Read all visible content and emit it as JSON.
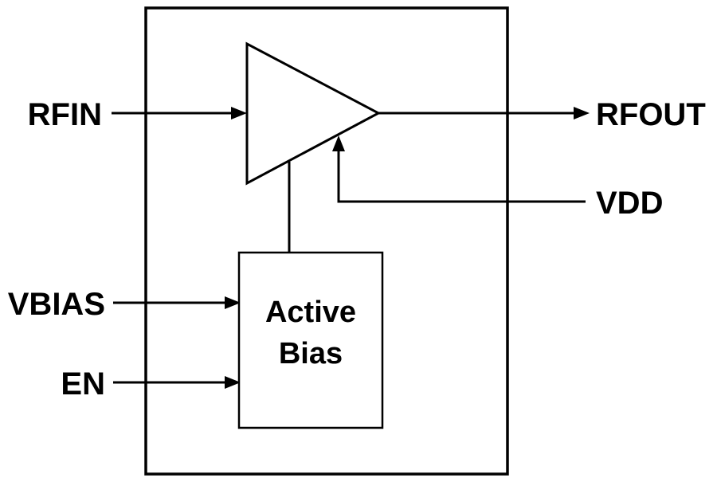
{
  "diagram": {
    "title": "RF amplifier with active bias block diagram",
    "labels": {
      "rfin": "RFIN",
      "rfout": "RFOUT",
      "vdd": "VDD",
      "vbias": "VBIAS",
      "en": "EN"
    },
    "blocks": {
      "amplifier": "amplifier-triangle",
      "active_bias_line1": "Active",
      "active_bias_line2": "Bias"
    },
    "colors": {
      "stroke": "#000000",
      "background": "#ffffff"
    }
  }
}
